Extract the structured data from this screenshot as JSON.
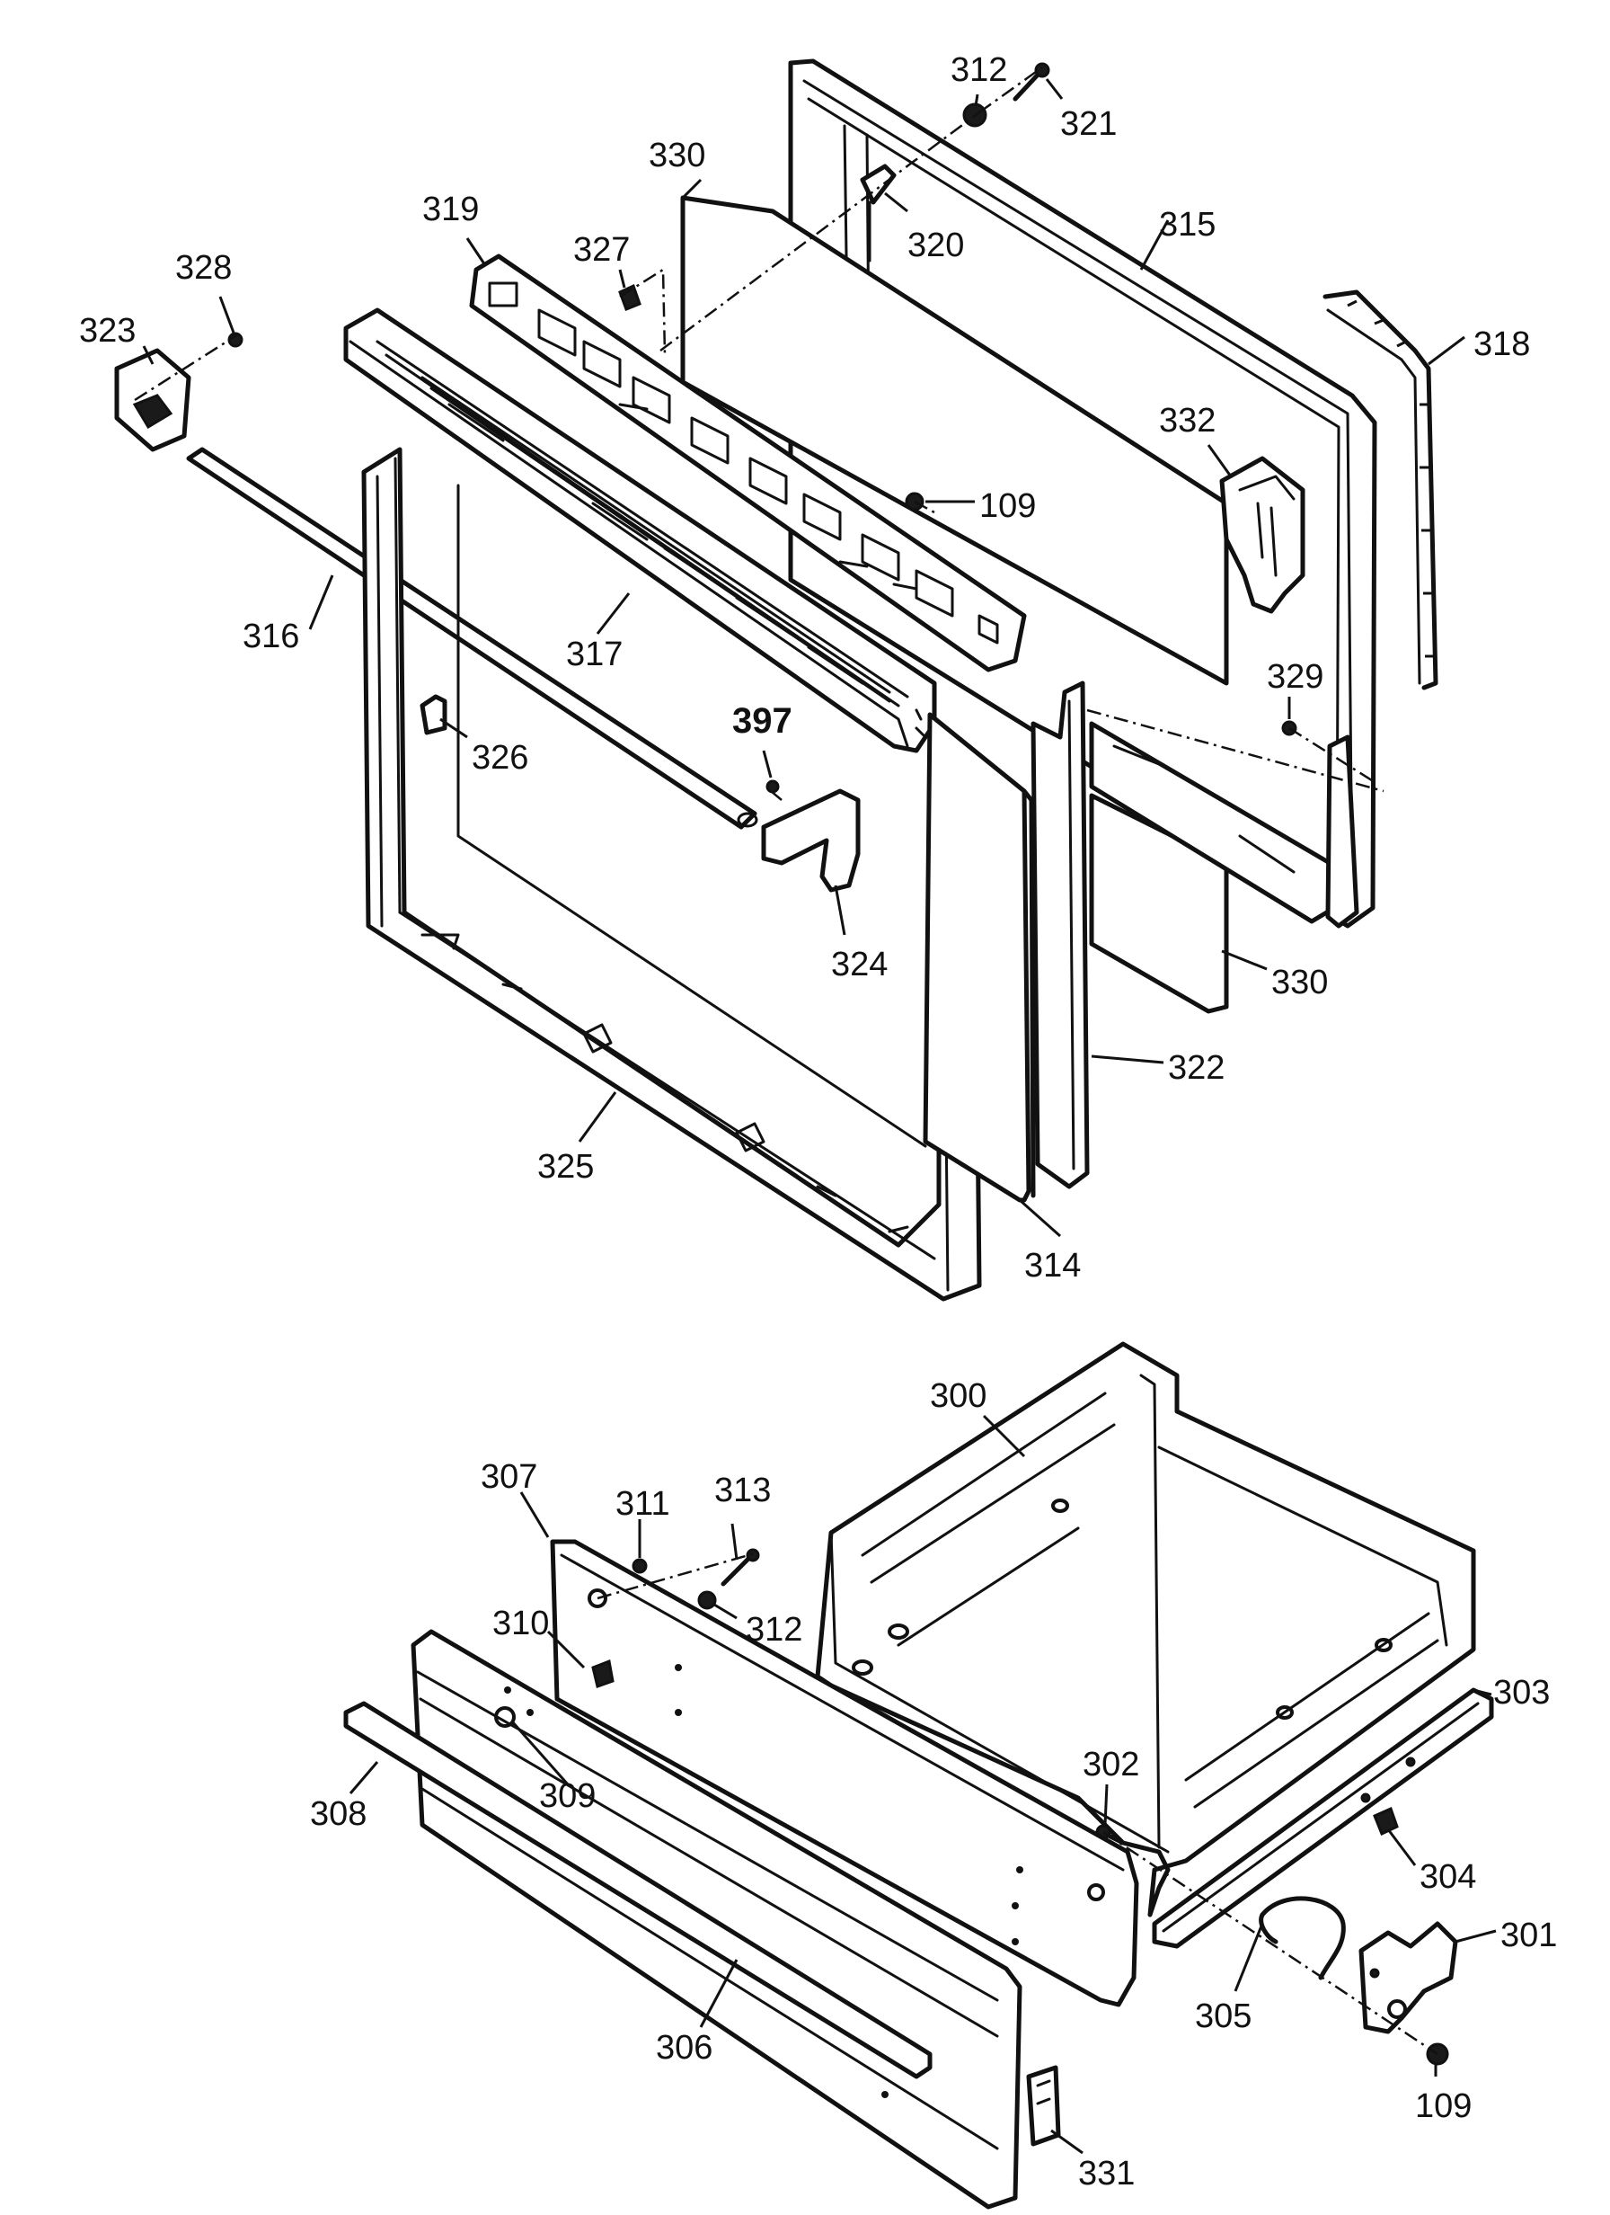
{
  "callouts": {
    "c312_top": "312",
    "c321": "321",
    "c330_top": "330",
    "c320": "320",
    "c315": "315",
    "c319": "319",
    "c327": "327",
    "c328": "328",
    "c323": "323",
    "c318": "318",
    "c332": "332",
    "c109_top": "109",
    "c316": "316",
    "c317": "317",
    "c397": "397",
    "c329": "329",
    "c326": "326",
    "c324": "324",
    "c330_bottom": "330",
    "c322": "322",
    "c325": "325",
    "c314": "314",
    "c300": "300",
    "c307": "307",
    "c311": "311",
    "c313": "313",
    "c312_bottom": "312",
    "c310": "310",
    "c303": "303",
    "c309": "309",
    "c308": "308",
    "c302": "302",
    "c304": "304",
    "c301": "301",
    "c305": "305",
    "c306": "306",
    "c109_bottom": "109",
    "c331": "331"
  }
}
